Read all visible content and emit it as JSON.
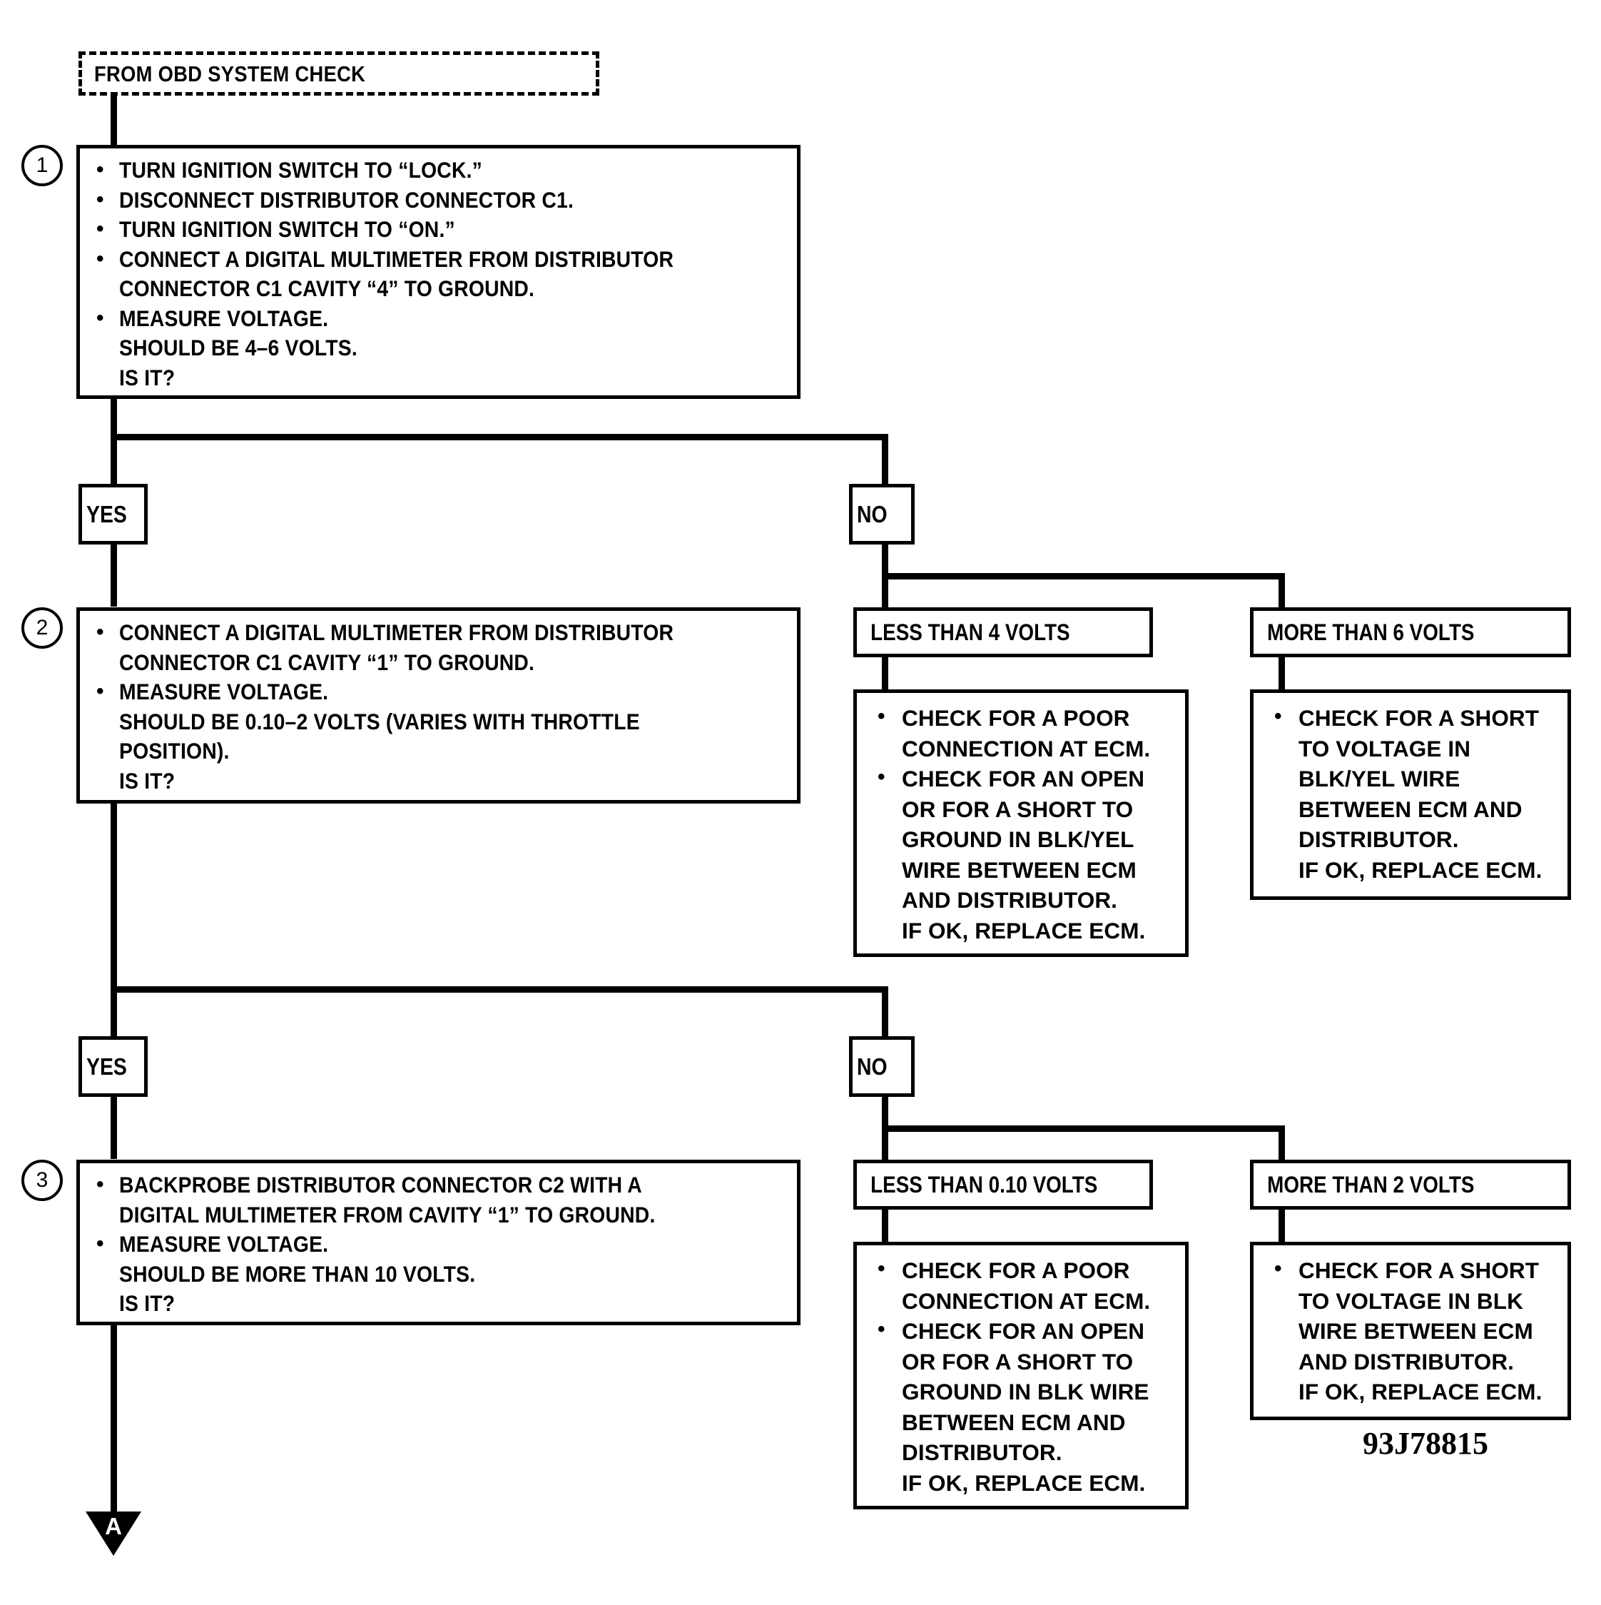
{
  "entry": {
    "label": "FROM OBD SYSTEM CHECK"
  },
  "steps": [
    {
      "number": "1",
      "lines": [
        "TURN IGNITION SWITCH TO “LOCK.”",
        "DISCONNECT DISTRIBUTOR CONNECTOR C1.",
        "TURN IGNITION SWITCH TO “ON.”",
        "CONNECT A DIGITAL MULTIMETER FROM DISTRIBUTOR",
        "CONNECTOR C1 CAVITY “4” TO GROUND.",
        "MEASURE VOLTAGE.",
        "SHOULD BE 4–6 VOLTS.",
        "IS IT?"
      ]
    },
    {
      "number": "2",
      "lines": [
        "CONNECT A DIGITAL MULTIMETER FROM DISTRIBUTOR",
        "CONNECTOR C1 CAVITY “1” TO GROUND.",
        "MEASURE VOLTAGE.",
        "SHOULD BE 0.10–2 VOLTS (VARIES WITH THROTTLE",
        "POSITION).",
        "IS IT?"
      ]
    },
    {
      "number": "3",
      "lines": [
        "BACKPROBE DISTRIBUTOR CONNECTOR C2 WITH A",
        "DIGITAL MULTIMETER FROM CAVITY “1” TO GROUND.",
        "MEASURE VOLTAGE.",
        "SHOULD BE MORE THAN 10 VOLTS.",
        "IS IT?"
      ]
    }
  ],
  "decisions": {
    "yes_label": "YES",
    "no_label": "NO"
  },
  "branches": {
    "row1_low": {
      "label": "LESS THAN 4 VOLTS",
      "lines": [
        "CHECK FOR A POOR",
        "CONNECTION AT ECM.",
        "CHECK FOR AN OPEN",
        "OR FOR A SHORT TO",
        "GROUND IN BLK/YEL",
        "WIRE BETWEEN ECM",
        "AND DISTRIBUTOR.",
        "IF OK, REPLACE ECM."
      ]
    },
    "row1_high": {
      "label": "MORE THAN 6 VOLTS",
      "lines": [
        "CHECK FOR A SHORT",
        "TO VOLTAGE IN",
        "BLK/YEL WIRE",
        "BETWEEN ECM AND",
        "DISTRIBUTOR.",
        "IF OK, REPLACE ECM."
      ]
    },
    "row2_low": {
      "label": "LESS THAN 0.10 VOLTS",
      "lines": [
        "CHECK FOR A POOR",
        "CONNECTION AT ECM.",
        "CHECK FOR AN OPEN",
        "OR FOR A SHORT TO",
        "GROUND IN BLK WIRE",
        "BETWEEN ECM AND",
        "DISTRIBUTOR.",
        "IF OK, REPLACE ECM."
      ]
    },
    "row2_high": {
      "label": "MORE THAN 2 VOLTS",
      "lines": [
        "CHECK FOR A SHORT",
        "TO VOLTAGE IN BLK",
        "WIRE BETWEEN ECM",
        "AND DISTRIBUTOR.",
        "IF OK, REPLACE ECM."
      ]
    }
  },
  "exit": {
    "marker": "A"
  },
  "reference": {
    "code": "93J78815"
  },
  "colors": {
    "ink": "#000000",
    "paper": "#ffffff"
  }
}
